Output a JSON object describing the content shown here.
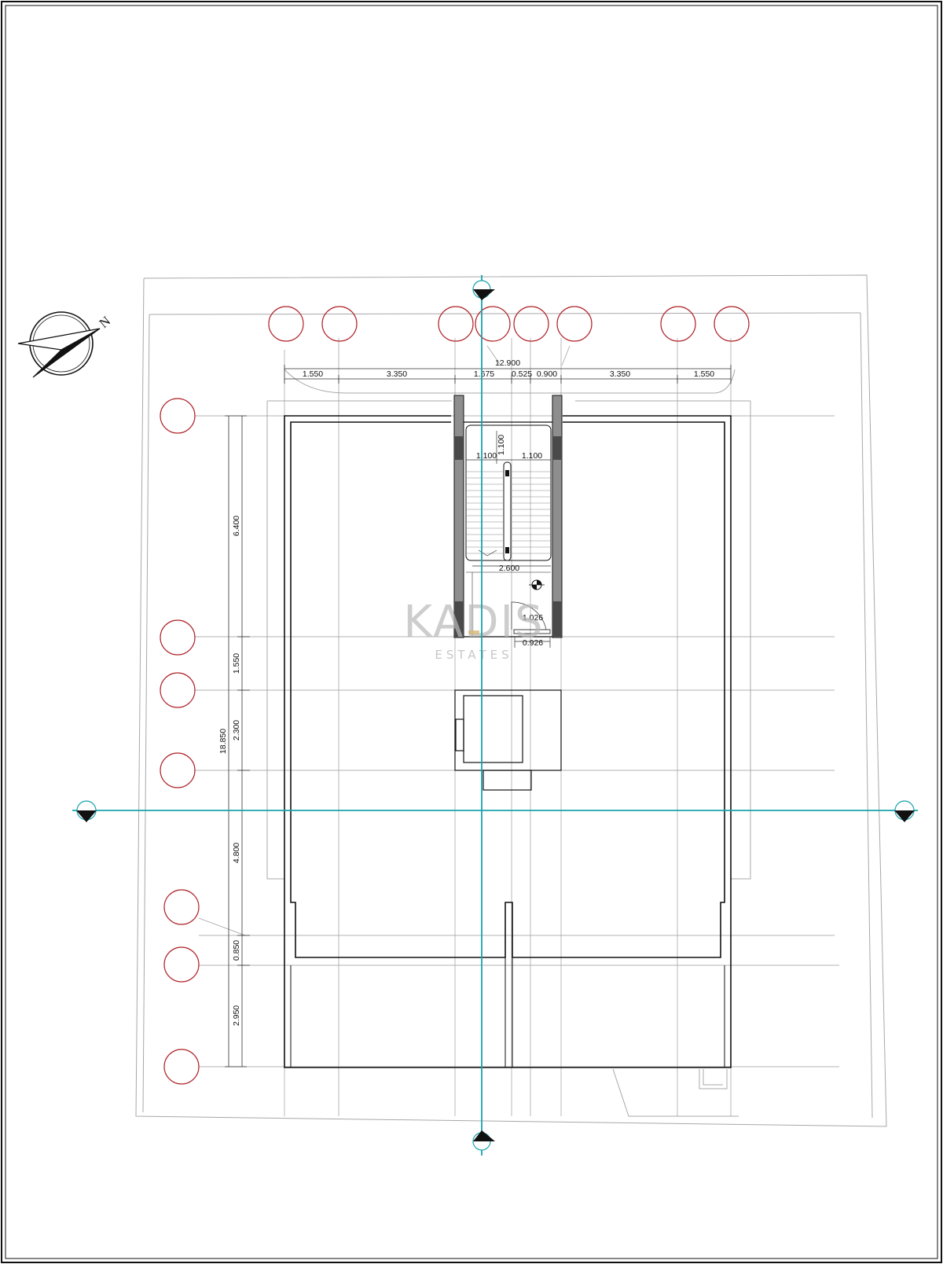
{
  "compass": {
    "label": "N",
    "icon": "north-arrow-icon"
  },
  "watermark": {
    "line1": "KADIS",
    "line2": "ESTATES",
    "color": "#b9b9b9"
  },
  "colors": {
    "wall": "#111111",
    "grid_circle": "#b0242a",
    "section_line": "#1aa3ad",
    "site": "#a8a8a8"
  },
  "dimensions": {
    "overall_width": "12.900",
    "top_chain": [
      "1.550",
      "3.350",
      "1.675",
      "0.525",
      "0.900",
      "3.350",
      "1.550"
    ],
    "overall_depth": "18.850",
    "left_chain": [
      "6.400",
      "1.550",
      "2.300",
      "4.800",
      "0.850",
      "2.950"
    ],
    "stair": {
      "landing_width_left": "1.100",
      "landing_depth": "1.100",
      "landing_width_right": "1.100",
      "flight_length": "2.600",
      "door_width": "1.026",
      "door_gap": "0.926"
    }
  }
}
